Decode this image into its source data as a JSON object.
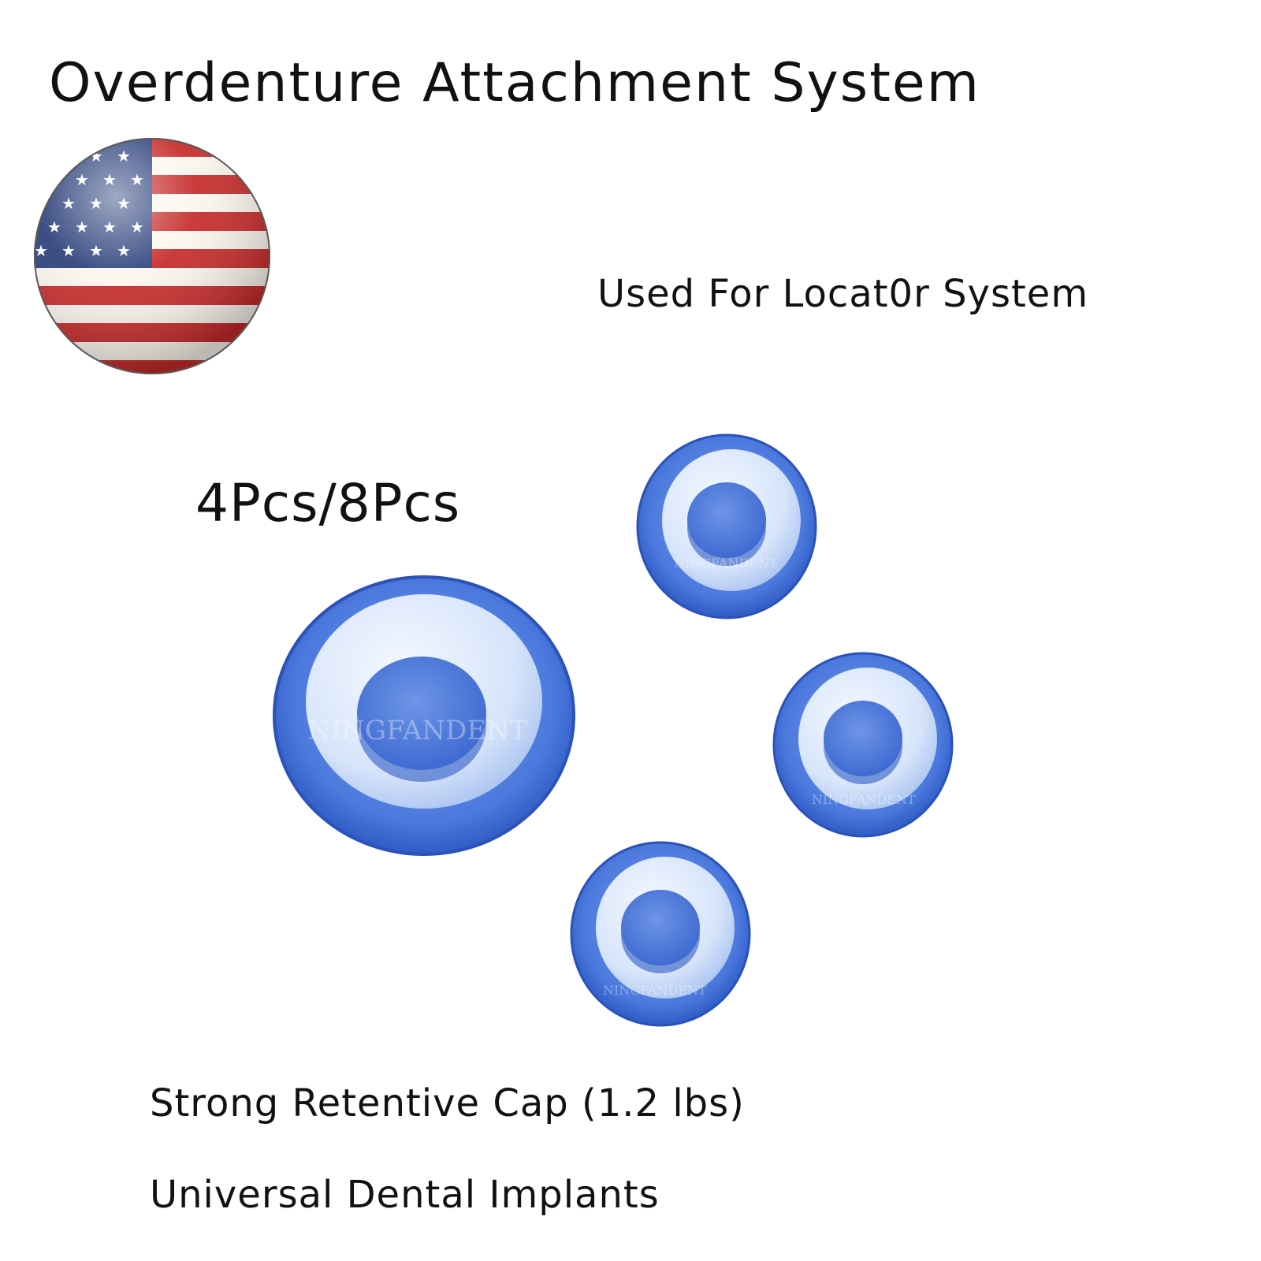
{
  "title": "Overdenture Attachment System",
  "subtitle": "Used For Locat0r System",
  "quantity": "4Pcs/8Pcs",
  "features": [
    "Strong Retentive Cap (1.2 lbs)",
    "Universal Dental Implants"
  ],
  "watermark": "NINGFANDENT",
  "flag": "us-flag",
  "colors": {
    "cap_blue": "#3f6fd6",
    "cap_light": "#cfe0f8",
    "flag_red": "#c62a2a",
    "flag_blue": "#2a3f7a"
  }
}
